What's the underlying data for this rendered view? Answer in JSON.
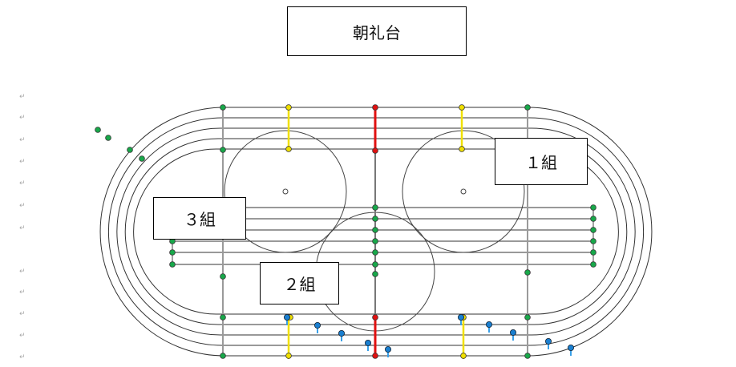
{
  "labels": {
    "stage": "朝礼台",
    "group1": "１組",
    "group2": "２組",
    "group3": "３組"
  },
  "margin_mark": "↵",
  "colors": {
    "green_marker": "#18a84a",
    "yellow_marker": "#f0e000",
    "red_marker": "#e01010",
    "blue_marker": "#1a7fd0",
    "track_line": "#333333",
    "gray_line": "#9a9a9a"
  }
}
